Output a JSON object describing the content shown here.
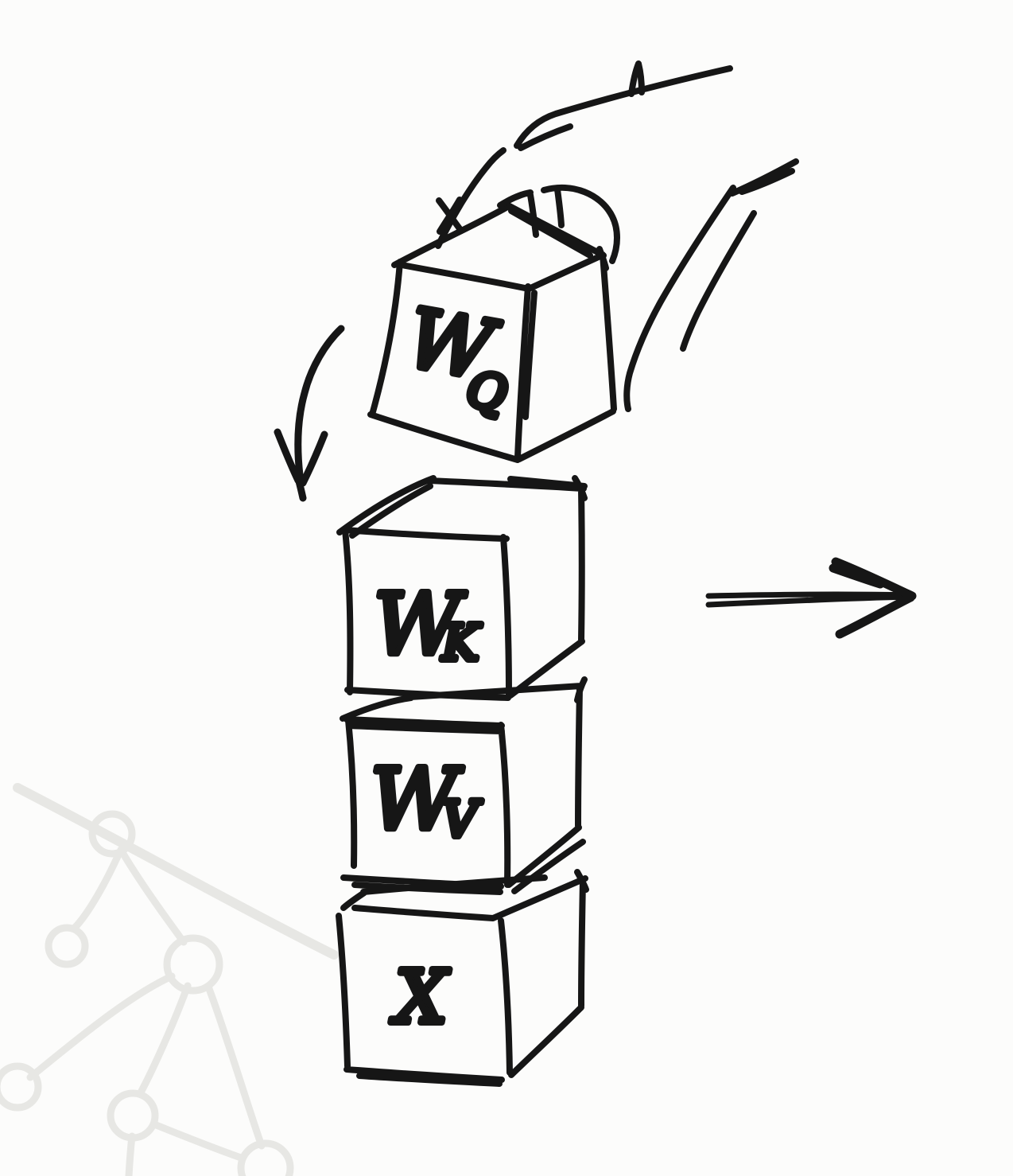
{
  "cubes": [
    {
      "name": "query-weight-cube",
      "main": "W",
      "sub": "Q"
    },
    {
      "name": "key-weight-cube",
      "main": "W",
      "sub": "K"
    },
    {
      "name": "value-weight-cube",
      "main": "W",
      "sub": "V"
    },
    {
      "name": "input-cube",
      "main": "X",
      "sub": ""
    }
  ],
  "icons": {
    "hand": "hand-placing-cube-icon",
    "down_arrow": "curved-down-arrow-icon",
    "right_arrow": "right-arrow-icon",
    "background": "faint-network-graph-sketch"
  },
  "colors": {
    "ink": "#161616",
    "paper": "#fcfcfb",
    "faint": "#e7e7e4",
    "faint_line": "#efefec"
  }
}
